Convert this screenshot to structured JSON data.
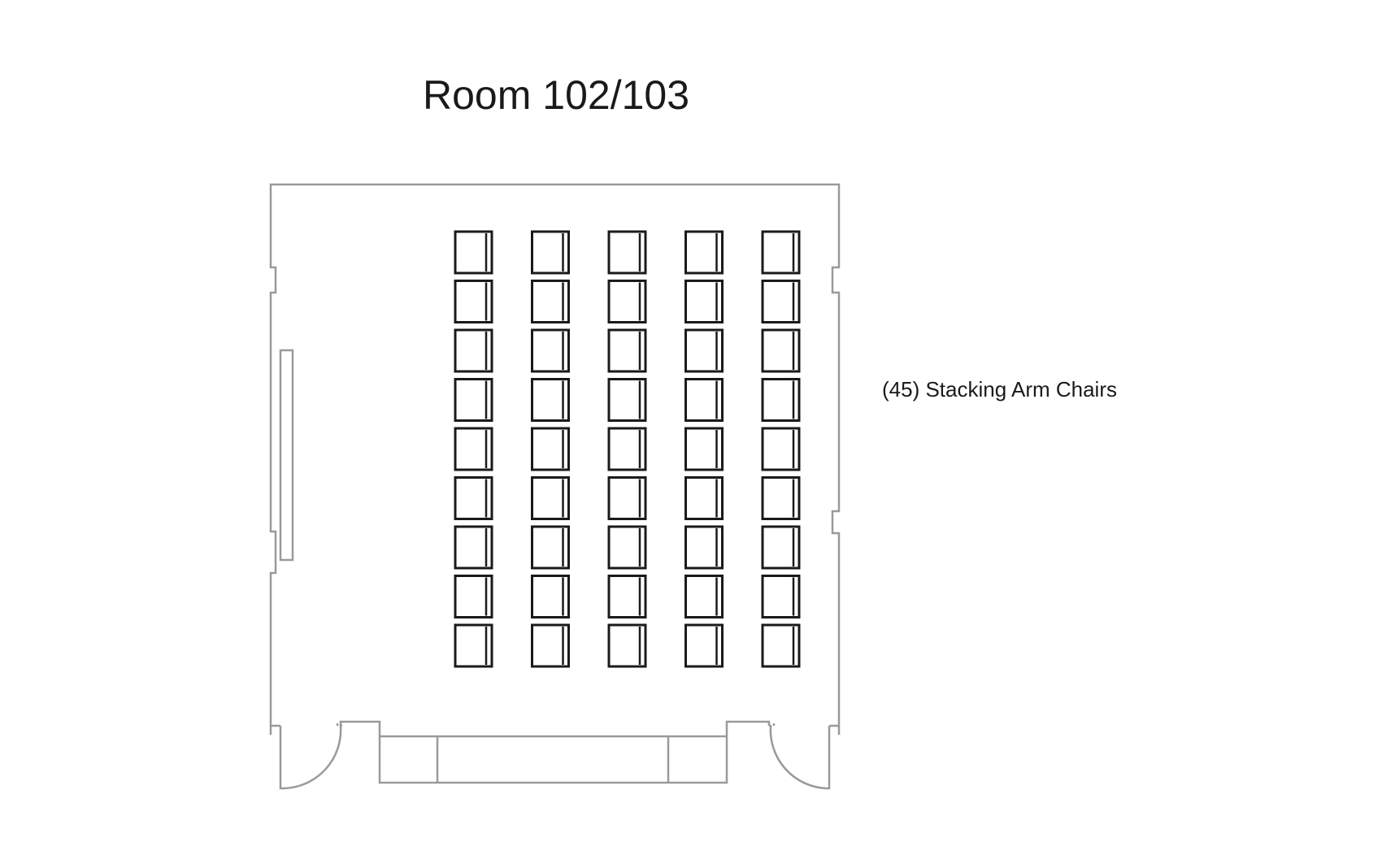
{
  "title": "Room 102/103",
  "legend": {
    "chair_label": "(45) Stacking Arm Chairs"
  },
  "layout": {
    "columns": 5,
    "rows": 9
  },
  "colors": {
    "wall": "#9a9a9a",
    "chair": "#1a1a1a",
    "text": "#1a1a1a"
  }
}
